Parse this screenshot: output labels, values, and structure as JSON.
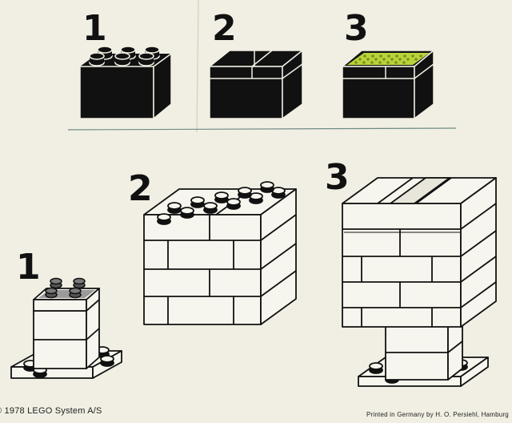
{
  "steps_top": [
    "1",
    "2",
    "3"
  ],
  "steps_bottom": [
    "1",
    "2",
    "3"
  ],
  "footer": {
    "copyright": "© 1978  LEGO System A/S",
    "printer": "Printed in Germany by H. O. Persiehl, Hamburg"
  },
  "colors": {
    "paper": "#f1efe3",
    "ink": "#111111",
    "stud_green": "#b9d23a",
    "brick_grey": "#8a8a8a"
  }
}
